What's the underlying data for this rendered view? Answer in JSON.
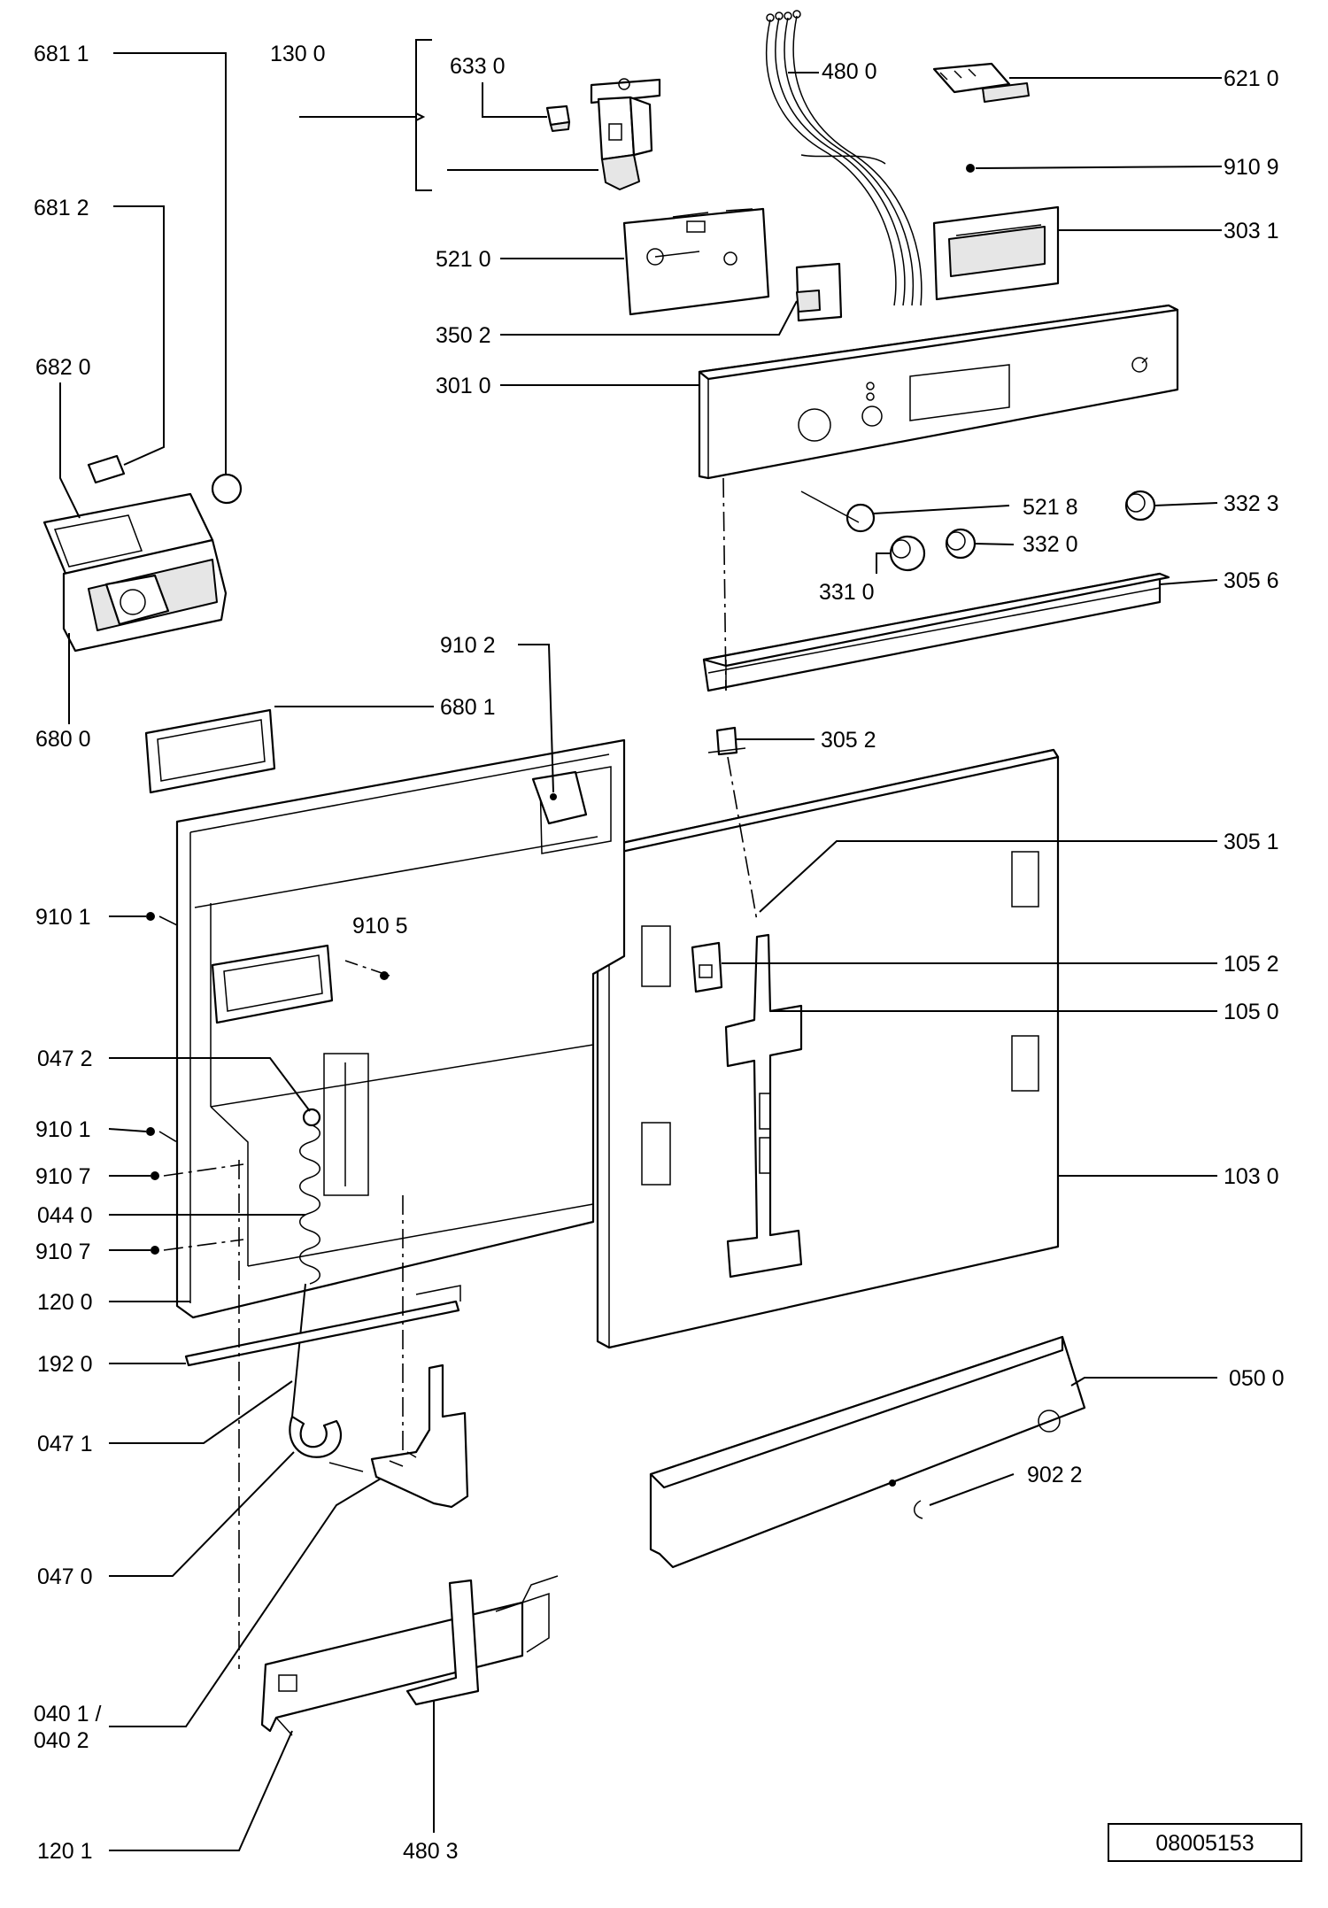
{
  "drawing_number": "08005153",
  "labels": {
    "l6811": "681 1",
    "l1300": "130 0",
    "l6330": "633 0",
    "l4800": "480 0",
    "l6210": "621 0",
    "l9109": "910 9",
    "l6812": "681 2",
    "l3031": "303 1",
    "l5210": "521 0",
    "l3502": "350 2",
    "l6820": "682 0",
    "l3010": "301 0",
    "l5218": "521 8",
    "l3323": "332 3",
    "l3320": "332 0",
    "l3310": "331 0",
    "l3056": "305 6",
    "l9102": "910 2",
    "l6801": "680 1",
    "l6800": "680 0",
    "l3052": "305 2",
    "l3051": "305 1",
    "l9101a": "910 1",
    "l9105": "910 5",
    "l1052": "105 2",
    "l1050": "105 0",
    "l0472": "047 2",
    "l9101b": "910 1",
    "l9107a": "910 7",
    "l1030": "103 0",
    "l0440": "044 0",
    "l9107b": "910 7",
    "l1200": "120 0",
    "l1920": "192 0",
    "l0500": "050 0",
    "l0471": "047 1",
    "l9022": "902 2",
    "l0470": "047 0",
    "l0401a": "040 1 /",
    "l0401b": "040 2",
    "l1201": "120 1",
    "l4803": "480 3"
  }
}
